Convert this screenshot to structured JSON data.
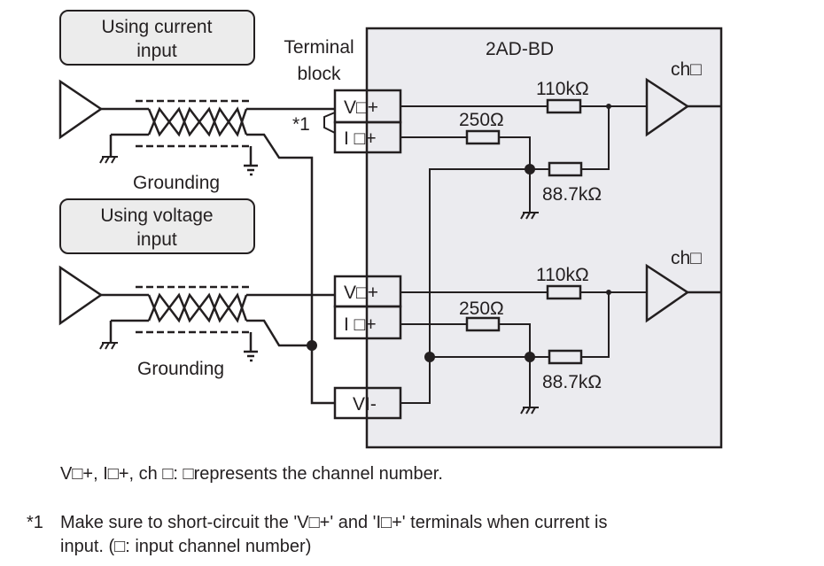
{
  "labels": {
    "current_box_line1": "Using current",
    "current_box_line2": "input",
    "voltage_box_line1": "Using voltage",
    "voltage_box_line2": "input",
    "terminal_line1": "Terminal",
    "terminal_line2": "block",
    "module": "2AD-BD",
    "grounding": "Grounding",
    "note_ref": "*1",
    "terminal_v": "V□+",
    "terminal_i": "I □+",
    "terminal_vi": "VI-",
    "r_110k": "110kΩ",
    "r_250": "250Ω",
    "r_887k": "88.7kΩ",
    "channel": "ch□"
  },
  "caption": "V□+, I□+, ch □: □represents the channel number.",
  "footnote": {
    "mark": "*1",
    "line1": "Make sure to short-circuit the 'V□+' and 'I□+' terminals when current is",
    "line2": "input. (□: input channel number)"
  },
  "colors": {
    "module_fill": "#ebebef",
    "label_box_fill": "#ececec",
    "line": "#231f20"
  }
}
